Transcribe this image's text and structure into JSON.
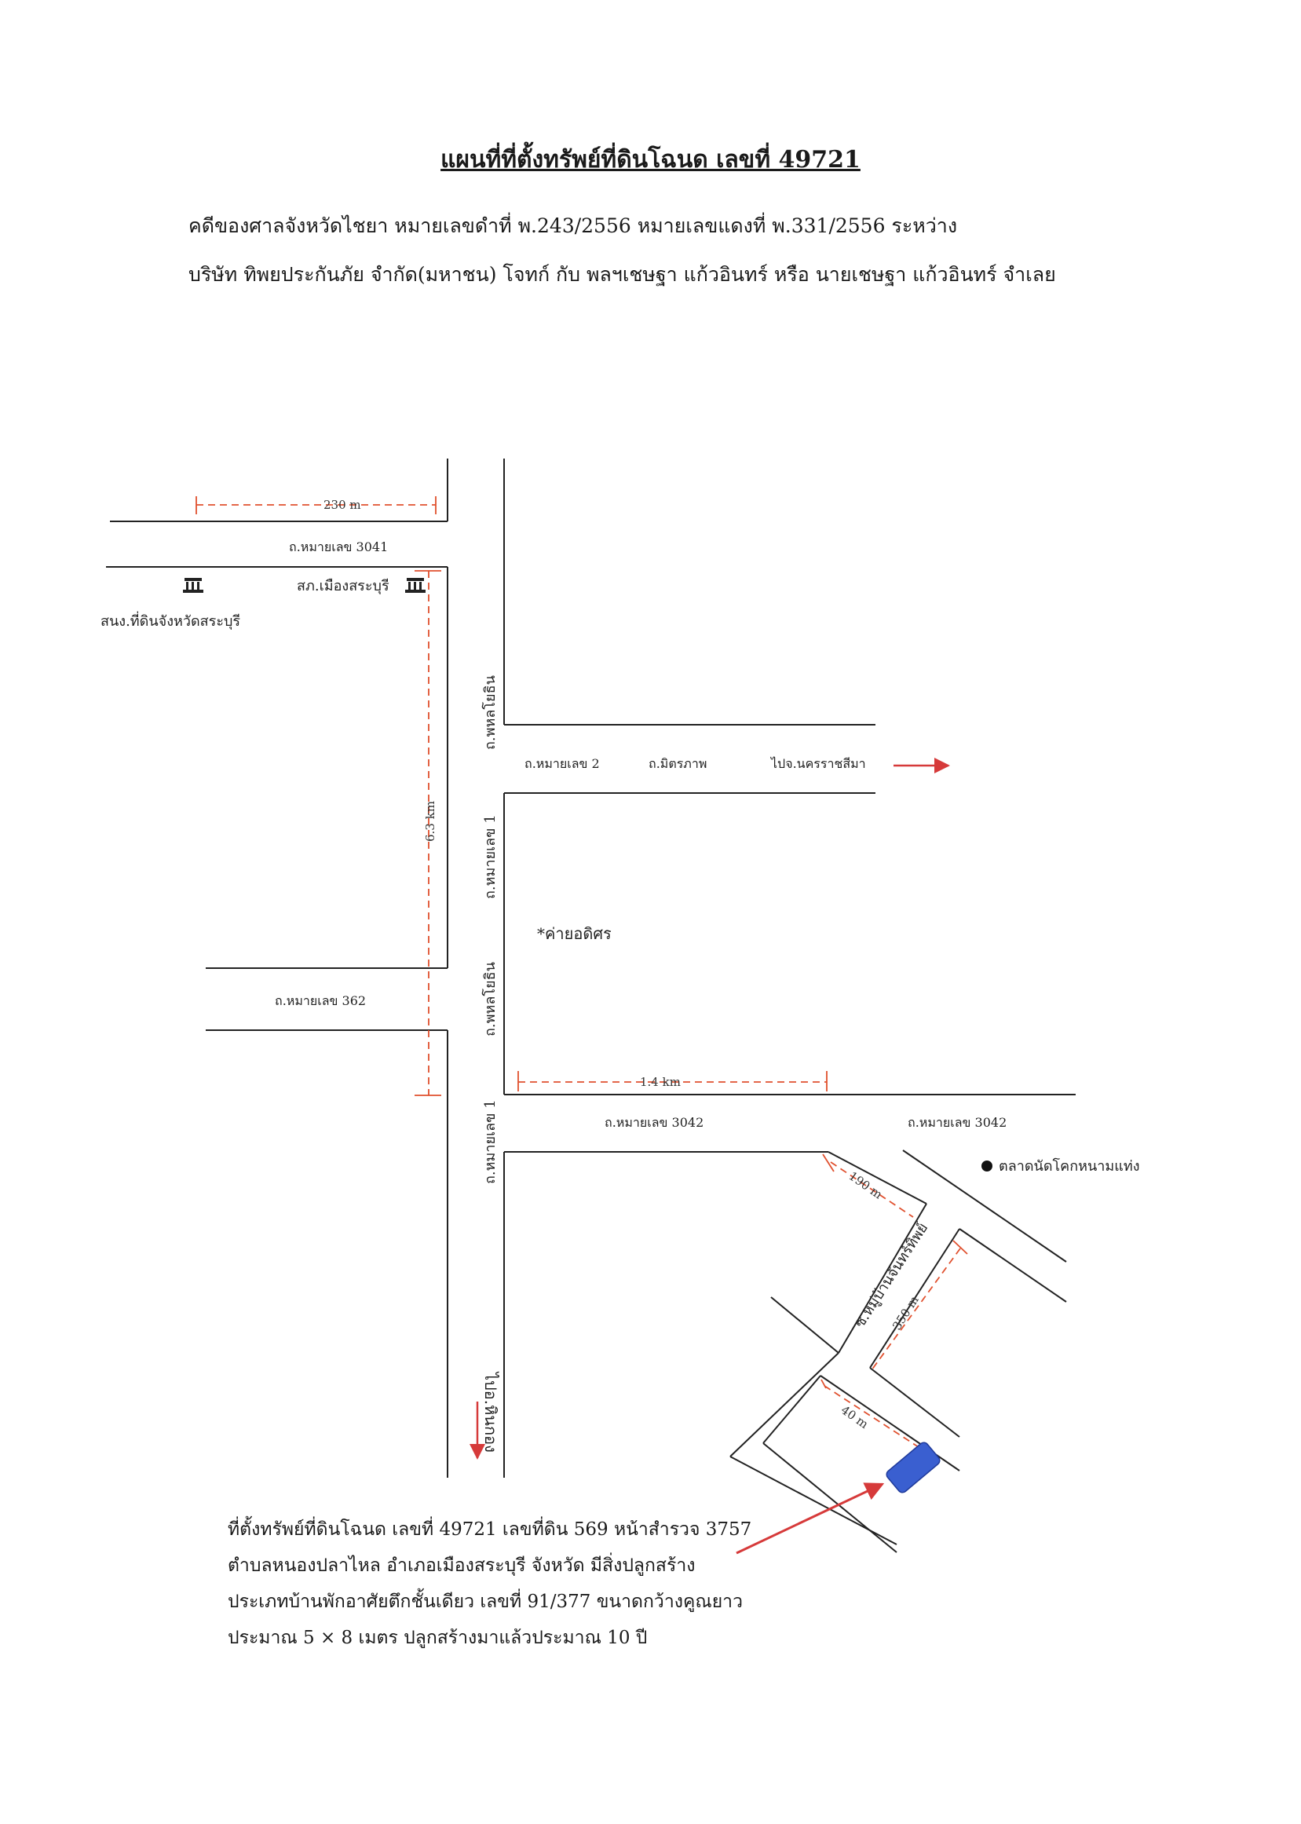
{
  "title": "แผนที่ที่ตั้งทรัพย์ที่ดินโฉนด เลขที่ 49721",
  "header": {
    "line1": "คดีของศาลจังหวัดไชยา หมายเลขดำที่ พ.243/2556 หมายเลขแดงที่ พ.331/2556 ระหว่าง",
    "line2": "บริษัท ทิพยประกันภัย จำกัด(มหาชน) โจทก์ กับ พลฯเชษฐา แก้วอินทร์ หรือ นายเชษฐา  แก้วอินทร์ จำเลย"
  },
  "map": {
    "roads": {
      "road_3041": "ถ.หมายเลข 3041",
      "phahon_upper": "ถ.พหลโยธิน",
      "road_2": "ถ.หมายเลข 2",
      "mittraphap": "ถ.มิตรภาพ",
      "to_korat": "ไปจ.นครราชสีมา",
      "road_1_upper": "ถ.หมายเลข 1",
      "road_362": "ถ.หมายเลข 362",
      "phahon_lower": "ถ.พหลโยธิน",
      "road_1_lower": "ถ.หมายเลข 1",
      "road_3042_a": "ถ.หมายเลข 3042",
      "road_3042_b": "ถ.หมายเลข 3042",
      "to_hinkong": "ไปอ.หินกอง",
      "soi": "ซ.หมู่บ้านจันทร์ทิพย์"
    },
    "places": {
      "land_office": "สนง.ที่ดินจังหวัดสระบุรี",
      "police": "สภ.เมืองสระบุรี",
      "camp": "*ค่ายอดิศร",
      "market": "ตลาดนัดโคกหนามแท่ง"
    },
    "distances": {
      "d230": "230 m",
      "d63": "6.3 km",
      "d14": "1.4 km",
      "d190": "190 m",
      "d350": "350 m",
      "d40": "40 m"
    },
    "icons": {
      "government": "government-building-icon",
      "market": "dot-marker-icon",
      "property": "property-marker"
    },
    "colors": {
      "measure": "#e0502e",
      "property": "#3a5fd0",
      "arrow": "#d63a3a"
    }
  },
  "description": {
    "line1": "ที่ตั้งทรัพย์ที่ดินโฉนด เลขที่ 49721  เลขที่ดิน 569  หน้าสำรวจ 3757",
    "line2": "ตำบลหนองปลาไหล  อำเภอเมืองสระบุรี จังหวัด มีสิ่งปลูกสร้าง",
    "line3": "ประเภทบ้านพักอาศัยตึกชั้นเดียว เลขที่ 91/377  ขนาดกว้างคูณยาว",
    "line4": "ประมาณ 5 × 8  เมตร ปลูกสร้างมาแล้วประมาณ 10 ปี"
  }
}
